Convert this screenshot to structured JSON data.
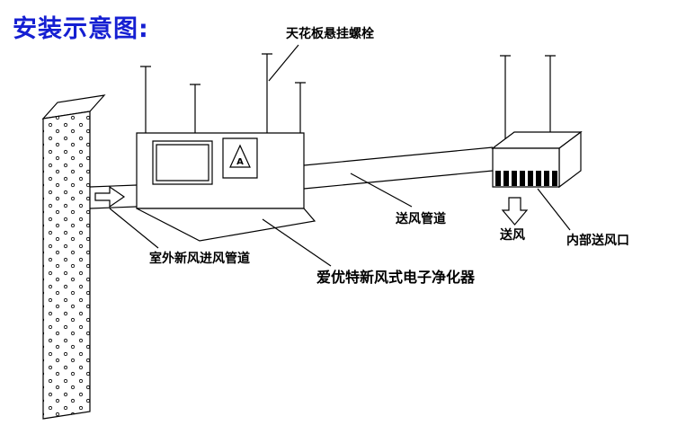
{
  "title": {
    "text": "安装示意图:"
  },
  "colors": {
    "title": "#151fd2",
    "line": "#000000",
    "background": "#ffffff"
  },
  "diagram": {
    "labels": {
      "ceiling_bolt": "天花板悬挂螺栓",
      "supply_duct": "送风管道",
      "supply_air": "送风",
      "internal_outlet": "内部送风口",
      "outdoor_intake": "室外新风进风管道",
      "purifier": "爱优特新风式电子净化器",
      "unit_mark": "A"
    }
  }
}
